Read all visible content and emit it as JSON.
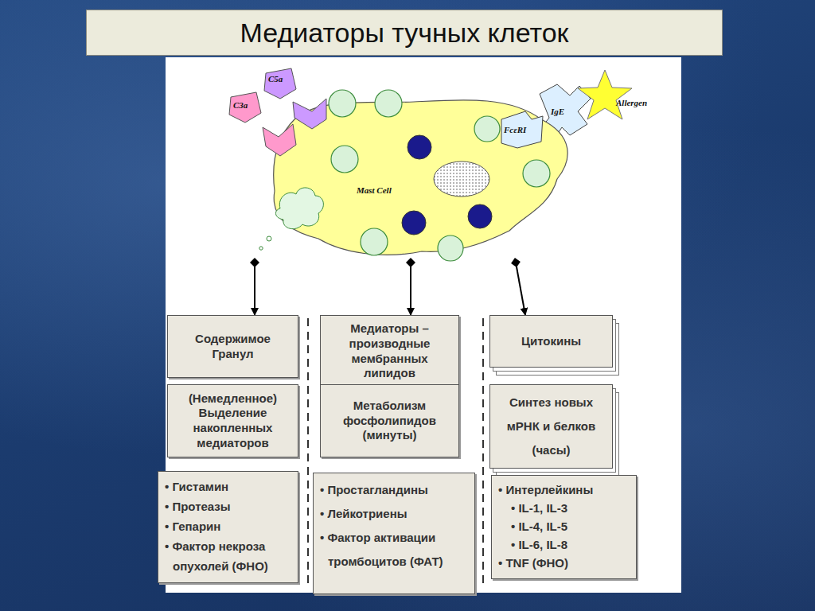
{
  "diagram": {
    "title": "Медиаторы тучных клеток",
    "nodes": [
      {
        "text": [
          "Mast Cell"
        ]
      },
      {
        "text": [
          "Содержимое Гранул"
        ]
      },
      {
        "text": [
          "Медиаторы – производные мембранных липидов"
        ]
      },
      {
        "text": [
          "Цитокины"
        ]
      },
      {
        "text": [
          "(Немедленное) Выделение накопленных медиаторов"
        ]
      },
      {
        "text": [
          "Метаболизм фосфолипидов (минуты)"
        ]
      },
      {
        "text": [
          "Синтез новых мРНК и белков (часы)"
        ]
      },
      {
        "text": [
          "• Гистамин",
          "• Протеазы",
          "• Гепарин",
          "• Фактор некроза опухолей (ФНО)"
        ]
      },
      {
        "text": [
          "• Простагландины",
          "• Лейкотриены",
          "• Фактор активации тромбоцитов (ФАТ)"
        ]
      },
      {
        "text": [
          "• Интерлейкины",
          "• IL-1, IL-3",
          "• IL-4, IL-5",
          "• IL-6, IL-8",
          "• TNF (ФНО)"
        ]
      }
    ],
    "edges": [
      {
        "from": 0,
        "to": 1,
        "arrow": "to"
      },
      {
        "from": 0,
        "to": 2,
        "arrow": "to"
      },
      {
        "from": 0,
        "to": 3,
        "arrow": "to"
      }
    ],
    "labels": [
      "C5a",
      "C3a",
      "FcεRI",
      "IgE",
      "Allergen"
    ]
  }
}
